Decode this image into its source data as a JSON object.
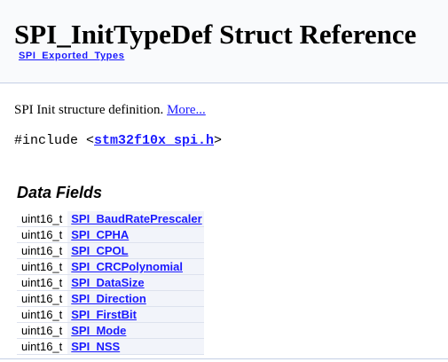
{
  "header": {
    "title": "SPI_InitTypeDef Struct Reference",
    "breadcrumb": "SPI_Exported_Types"
  },
  "description": {
    "text": "SPI Init structure definition. ",
    "more_link": "More..."
  },
  "include": {
    "prefix": "#include <",
    "file": "stm32f10x_spi.h",
    "suffix": ">"
  },
  "data_fields": {
    "heading": "Data Fields",
    "rows": [
      {
        "type": "uint16_t",
        "name": "SPI_BaudRatePrescaler"
      },
      {
        "type": "uint16_t",
        "name": "SPI_CPHA"
      },
      {
        "type": "uint16_t",
        "name": "SPI_CPOL"
      },
      {
        "type": "uint16_t",
        "name": "SPI_CRCPolynomial"
      },
      {
        "type": "uint16_t",
        "name": "SPI_DataSize"
      },
      {
        "type": "uint16_t",
        "name": "SPI_Direction"
      },
      {
        "type": "uint16_t",
        "name": "SPI_FirstBit"
      },
      {
        "type": "uint16_t",
        "name": "SPI_Mode"
      },
      {
        "type": "uint16_t",
        "name": "SPI_NSS"
      }
    ]
  }
}
